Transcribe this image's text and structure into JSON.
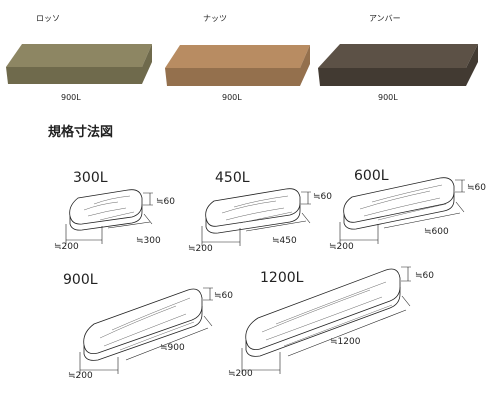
{
  "swatches": [
    {
      "name": "ロッソ",
      "size": "900L",
      "color": "#8d8663",
      "shade": "#6f6a4c",
      "light": "#a39e7d"
    },
    {
      "name": "ナッツ",
      "size": "900L",
      "color": "#b88c62",
      "shade": "#94704d",
      "light": "#cfa57e"
    },
    {
      "name": "アンバー",
      "size": "900L",
      "color": "#5c5146",
      "shade": "#423a32",
      "light": "#776a5d"
    }
  ],
  "section_title": "規格寸法図",
  "boards": [
    {
      "title": "300L",
      "width": "≒200",
      "length": "≒300",
      "height": "≒60"
    },
    {
      "title": "450L",
      "width": "≒200",
      "length": "≒450",
      "height": "≒60"
    },
    {
      "title": "600L",
      "width": "≒200",
      "length": "≒600",
      "height": "≒60"
    },
    {
      "title": "900L",
      "width": "≒200",
      "length": "≒900",
      "height": "≒60"
    },
    {
      "title": "1200L",
      "width": "≒200",
      "length": "≒1200",
      "height": "≒60"
    }
  ]
}
